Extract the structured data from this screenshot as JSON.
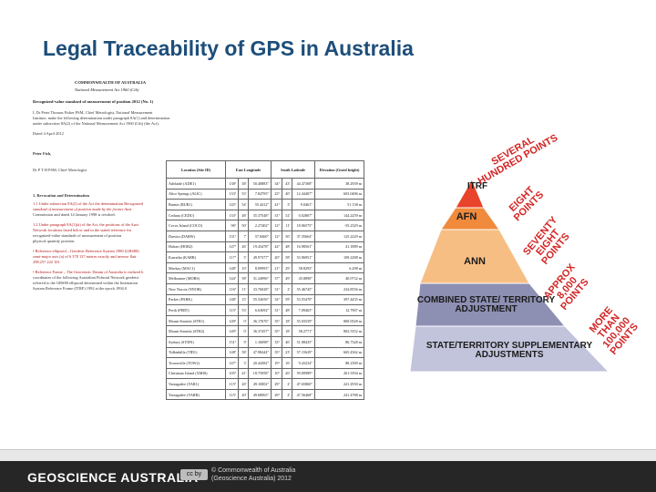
{
  "title": "Legal Traceability of GPS in Australia",
  "document": {
    "header_lines": [
      "COMMONWEALTH OF AUSTRALIA",
      "National Measurement Act 1960 (Cth)",
      "Recognized-value standard of measurement of position 2012 (No. 1)"
    ],
    "body_lines": [
      "I, Dr Peter Thomas Fisher PSM, Chief Metrologist, National Measurement",
      "Institute, make the following determination under paragraph 8A(1) and determination",
      "under subsection 8A(2) of the National Measurement Act 1960 (Cth) (the Act).",
      "Dated 4 April 2012",
      "Peter Fish,",
      "Dr P T H PSM, Chief Metrologist",
      "1.   Revocation and Determination",
      "1.1  Under subsection 8A(2) of the Act the determination Recognized",
      "       standard of measurement of position made by the former Aust",
      "       Commission and dated 14 January 1998 is revoked.",
      "1.2  Under paragraph 8A(1)(a) of the Act, the positions of the Aust",
      "       Network locations listed below and in the stated reference fra",
      "       recognized-value standards of measurement of position",
      "       physical quantity position.",
      "•  Reference ellipsoid – Geodetic Reference System 1980 (GRS80)",
      "       semi-major axis (a) of 6 378 137 metres exactly and inverse flatt",
      "       298.257 222 101",
      "•  Reference Frame – The Geocentric Datum of Australia is realized b",
      "       coordinates of the following Australian Fiducial Network geodetic",
      "       referred to the GRS80 ellipsoid determined within the Internation",
      "       System Reference Frame (ITRF) 1992 at the epoch 1994.0"
    ],
    "table": {
      "headers": [
        "Location (Site ID)",
        "East Longitude",
        "",
        "",
        "South Latitude",
        "",
        "",
        "Elevation (Geoid height)"
      ],
      "rows": [
        [
          "Adelaide (ADE1)",
          "138°",
          "38'",
          "50.40883\"",
          "34°",
          "43'",
          "44.47308\"",
          "38.2939 m"
        ],
        [
          "Alice Springs (ALIC)",
          "133°",
          "53'",
          "7.84795\"",
          "23°",
          "40'",
          "12.44407\"",
          "603.0486 m"
        ],
        [
          "Burnie (BUR1)",
          "145°",
          "54'",
          "55.4412\"",
          "41°",
          "3'",
          "9.0461\"",
          "51.138 m"
        ],
        [
          "Ceduna (CEDU)",
          "133°",
          "48'",
          "35.37548\"",
          "31°",
          "52'",
          "0.02807\"",
          "144.2259 m"
        ],
        [
          "Cocos Island (COCO)",
          "96°",
          "50'",
          "2.27402\"",
          "12°",
          "11'",
          "18.06575\"",
          "-35.2329 m"
        ],
        [
          "Darwin (DARW)",
          "131°",
          "7'",
          "57.8460\"",
          "12°",
          "50'",
          "37.35664\"",
          "125.2229 m"
        ],
        [
          "Hobart (HOB2)",
          "147°",
          "26'",
          "19.43478\"",
          "42°",
          "48'",
          "16.98561\"",
          "41.1889 m"
        ],
        [
          "Karratha (KARR)",
          "117°",
          "5'",
          "49.97377\"",
          "20°",
          "58'",
          "53.96951\"",
          "109.2288 m"
        ],
        [
          "Mackay (MAC1)",
          "148°",
          "10'",
          "8.09993\"",
          "21°",
          "29'",
          "58.8293\"",
          "6.298 m"
        ],
        [
          "Melbourne (MOBS)",
          "144°",
          "58'",
          "31.24996\"",
          "37°",
          "49'",
          "45.8890\"",
          "40.0732 m"
        ],
        [
          "New Norcia (NNOR)",
          "116°",
          "11'",
          "33.76028\"",
          "31°",
          "2'",
          "55.46745\"",
          "234.8556 m"
        ],
        [
          "Parkes (PARK)",
          "148°",
          "15'",
          "55.52656\"",
          "32°",
          "59'",
          "53.55470\"",
          "397.4435 m"
        ],
        [
          "Perth (PERT)",
          "115°",
          "53'",
          "6.63692\"",
          "31°",
          "48'",
          "7.09465\"",
          "12.7907 m"
        ],
        [
          "Mount Stromlo (STR1)",
          "149°",
          "0'",
          "36.17676\"",
          "35°",
          "18'",
          "55.03539\"",
          "800.0528 m"
        ],
        [
          "Mount Stromlo (STR2)",
          "149°",
          "0'",
          "36.37457\"",
          "35°",
          "18'",
          "58.2771\"",
          "802.5352 m"
        ],
        [
          "Sydney (SYDN)",
          "151°",
          "9'",
          "1.16098\"",
          "33°",
          "46'",
          "51.08435\"",
          "86.7328 m"
        ],
        [
          "Tidbinbilla (TID1)",
          "148°",
          "58'",
          "47.98444\"",
          "35°",
          "23'",
          "57.15629\"",
          "665.4362 m"
        ],
        [
          "Townsville (TOW2)",
          "147°",
          "3'",
          "20.44382\"",
          "19°",
          "16'",
          "9.43234\"",
          "88.2390 m"
        ],
        [
          "Christmas Island (XMIS)",
          "105°",
          "41'",
          "18.75958\"",
          "10°",
          "26'",
          "59.09989\"",
          "261.5594 m"
        ],
        [
          "Yarragadee (YAR1)",
          "115°",
          "20'",
          "49.10002\"",
          "29°",
          "2'",
          "47.65860\"",
          "241.2930 m"
        ],
        [
          "Yarragadee (YARR)",
          "115°",
          "20'",
          "49.68965\"",
          "29°",
          "2'",
          "47.56468\"",
          "241.4788 m"
        ]
      ]
    }
  },
  "pyramid": {
    "levels": [
      {
        "label": "ITRF",
        "color": "#e8432b"
      },
      {
        "label": "AFN",
        "color": "#f08a3c"
      },
      {
        "label": "ANN",
        "color": "#f7be83"
      },
      {
        "label": "COMBINED STATE/ TERRITORY ADJUSTMENT",
        "color": "#8d8fb3"
      },
      {
        "label": "STATE/TERRITORY SUPPLEMENTARY ADJUSTMENTS",
        "color": "#c2c4dc"
      }
    ],
    "side_labels": [
      "SEVERAL HUNDRED POINTS",
      "EIGHT POINTS",
      "SEVENTY EIGHT POINTS",
      "APPROX 8,000 POINTS",
      "MORE THAN 100,000 POINTS"
    ],
    "side_label_color": "#d42525"
  },
  "footer": {
    "org": "GEOSCIENCE AUSTRALIA",
    "license_badge": "cc by",
    "copyright_line1": "© Commonwealth of Australia",
    "copyright_line2": "(Geoscience Australia) 2012"
  }
}
